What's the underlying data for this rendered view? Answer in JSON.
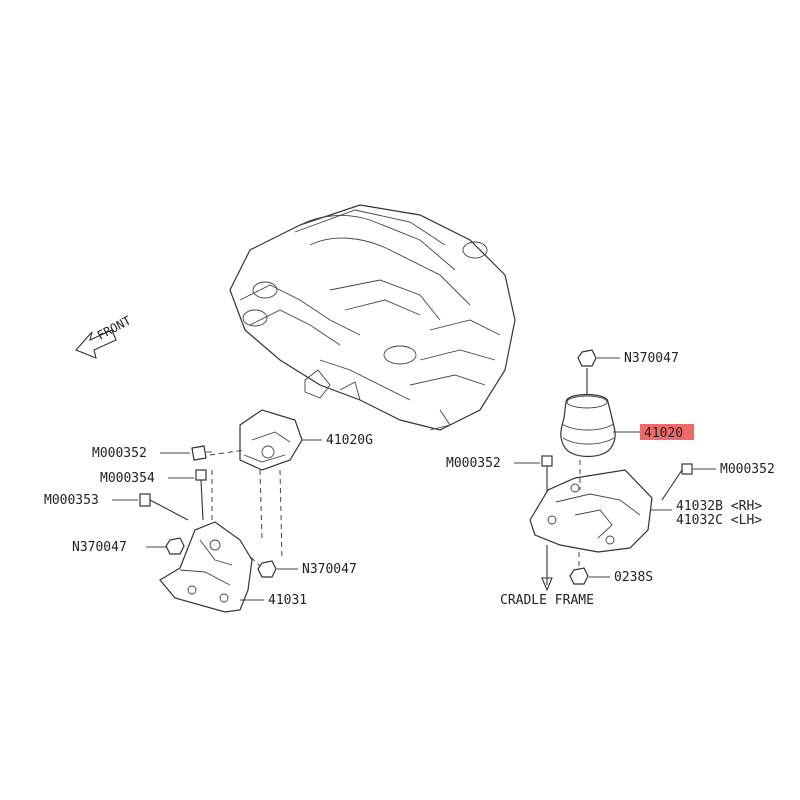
{
  "labels": {
    "front": "FRONT",
    "front_mount": "41020G",
    "left_bolt_top": "M000352",
    "left_bolt_mid": "M000354",
    "left_bolt_long": "M000353",
    "left_nut": "N370047",
    "left_nut_right": "N370047",
    "front_bracket": "41031",
    "rear_nut_top": "N370047",
    "rear_mount": "41020",
    "rear_bolt_left": "M000352",
    "rear_bolt_right": "M000352",
    "rear_bracket_rh": "41032B <RH>",
    "rear_bracket_lh": "41032C <LH>",
    "rear_washer": "0238S",
    "cradle": "CRADLE FRAME"
  },
  "colors": {
    "highlight": "#e53935",
    "line": "#333333"
  }
}
